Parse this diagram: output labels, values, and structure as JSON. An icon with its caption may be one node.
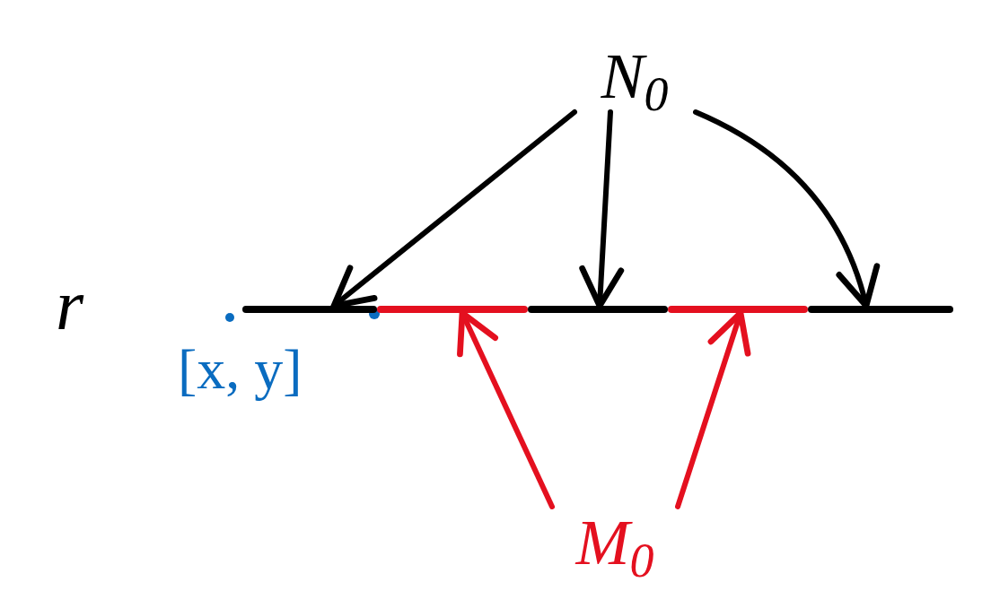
{
  "diagram": {
    "nodes": [
      {
        "text": [
          "N$_{0}$"
        ]
      },
      {
        "text": [],
        "shape": "bar"
      },
      {
        "text": [],
        "shape": "bar"
      },
      {
        "text": [],
        "shape": "bar"
      },
      {
        "text": [],
        "shape": "bar"
      },
      {
        "text": [],
        "shape": "bar"
      },
      {
        "text": [
          "M$_{0}$"
        ]
      }
    ],
    "edges": [
      {
        "from": 0,
        "to": 1,
        "arrow": "to"
      },
      {
        "from": 0,
        "to": 3,
        "arrow": "to"
      },
      {
        "from": 0,
        "to": 5,
        "arrow": "to"
      },
      {
        "from": 6,
        "to": 2,
        "arrow": "to",
        "color": "#e4101f"
      },
      {
        "from": 6,
        "to": 4,
        "arrow": "to",
        "color": "#e4101f"
      }
    ],
    "labels": [
      "r",
      "[x, y]"
    ]
  }
}
